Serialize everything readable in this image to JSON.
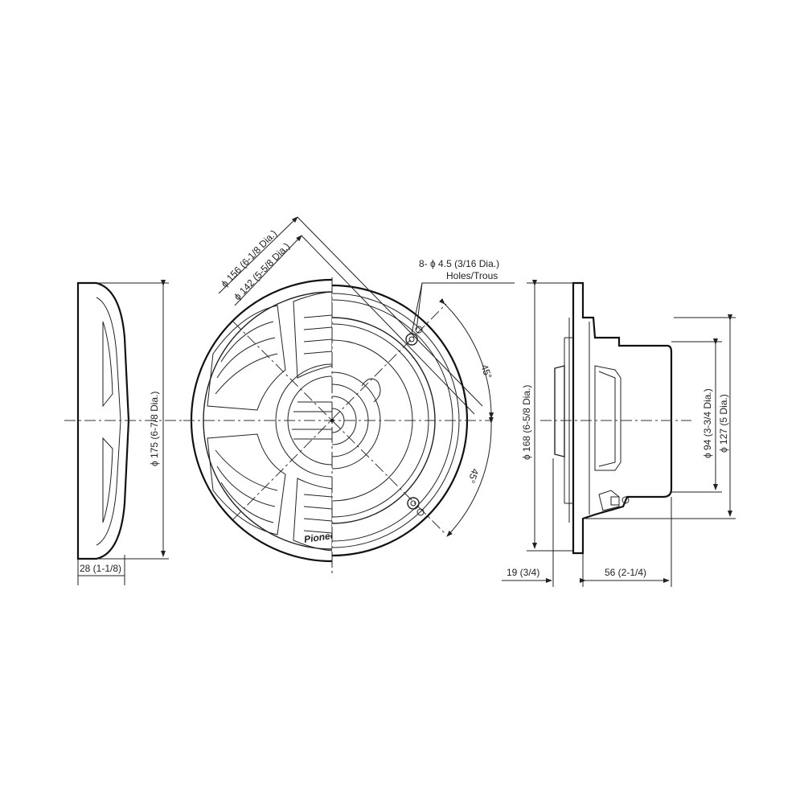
{
  "dimensions": {
    "left_height": "ϕ 175 (6-7/8 Dia.)",
    "left_depth": "28 (1-1/8)",
    "outer_dia": "ϕ 156 (6-1/8 Dia.)",
    "inner_dia": "ϕ 142 (5-5/8 Dia.)",
    "holes_line1": "8- ϕ 4.5 (3/16 Dia.)",
    "holes_line2": "Holes/Trous",
    "angle_top": "45°",
    "angle_bottom": "45°",
    "flange_dia": "ϕ 168 (6-5/8 Dia.)",
    "magnet_dia": "ϕ 94 (3-3/4 Dia.)",
    "basket_dia": "ϕ 127 (5 Dia.)",
    "front_depth": "19 (3/4)",
    "mount_depth": "56 (2-1/4)"
  },
  "logo": "Pioneer",
  "colors": {
    "line": "#222222",
    "background": "#ffffff"
  }
}
